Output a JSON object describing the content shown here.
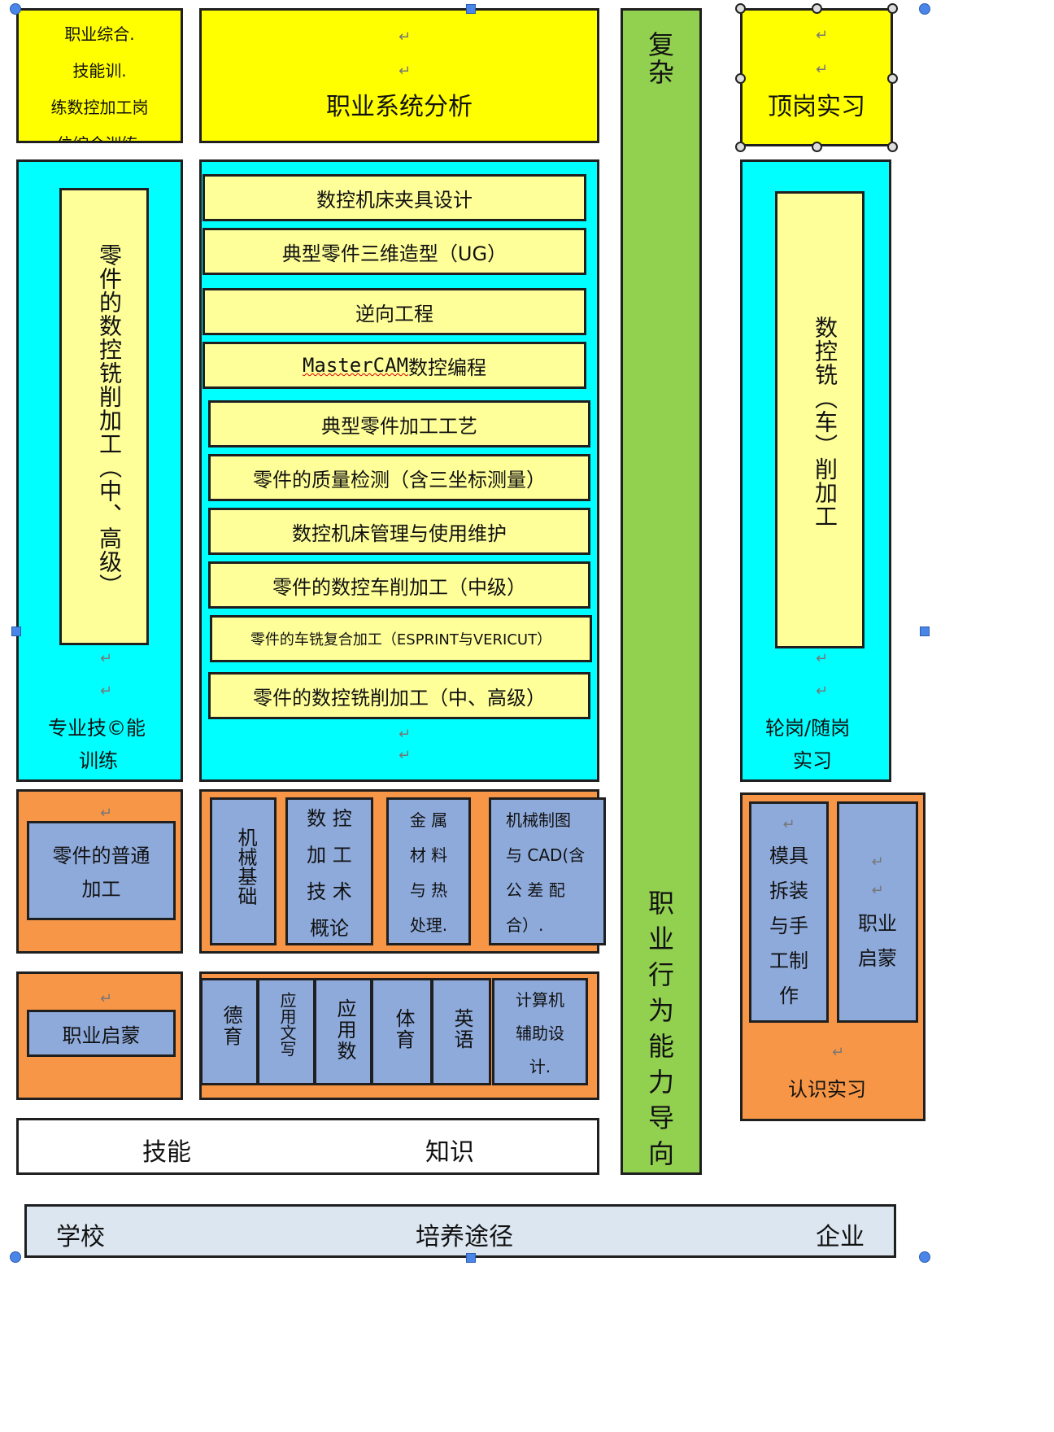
{
  "top_row": {
    "skill_comprehensive": [
      "职业综合.",
      "技能训.",
      "练数控加工岗",
      "位综合训练."
    ],
    "vocational_system_analysis": "职业系统分析",
    "top_post_internship": "顶岗实习",
    "complex": "复杂"
  },
  "professional_skill": {
    "vertical_label": "零件的数控铣削加工（中、高级）",
    "caption": [
      "专业技©能",
      "训练"
    ]
  },
  "courses": [
    "数控机床夹具设计",
    "典型零件三维造型（UG）",
    "逆向工程",
    "数控编程",
    "典型零件加工工艺",
    "零件的质量检测（含三坐标测量）",
    "数控机床管理与使用维护",
    "零件的数控车削加工（中级）",
    "零件的车铣复合加工（ESPRINT与VERICUT）",
    "零件的数控铣削加工（中、高级）"
  ],
  "mastercam": "MasterCAM",
  "rotation": {
    "vertical_label": "数控铣（车）削加工",
    "caption": [
      "轮岗/随岗",
      "实习"
    ]
  },
  "green_bar_label": "职业行为能力导向",
  "basic": {
    "ordinary_machining": [
      "零件的普通",
      "加工"
    ],
    "mech_basics": "机械基础",
    "nc_tech": [
      "数 控",
      "加 工",
      "技 术",
      "概论"
    ],
    "metal": [
      "金 属",
      "材 料",
      "与 热",
      "处理."
    ],
    "drawing": [
      "机械制图",
      "与 CAD(含",
      "公 差 配",
      "合）."
    ]
  },
  "enterprise_lower": {
    "mold": [
      "模具",
      "拆装",
      "与手",
      "工制",
      "作"
    ],
    "enlightenment": [
      "职业",
      "启蒙"
    ],
    "caption": "认识实习"
  },
  "general": {
    "enlightenment": "职业启蒙",
    "moral": "德育",
    "writing": "应用文写",
    "math": "应用数",
    "pe": "体育",
    "english": "英语",
    "cad": [
      "计算机",
      "辅助设",
      "计."
    ]
  },
  "axis": {
    "skill": "技能",
    "knowledge": "知识"
  },
  "bottom": {
    "school": "学校",
    "path": "培养途径",
    "enterprise": "企业"
  },
  "return_mark": "↵"
}
